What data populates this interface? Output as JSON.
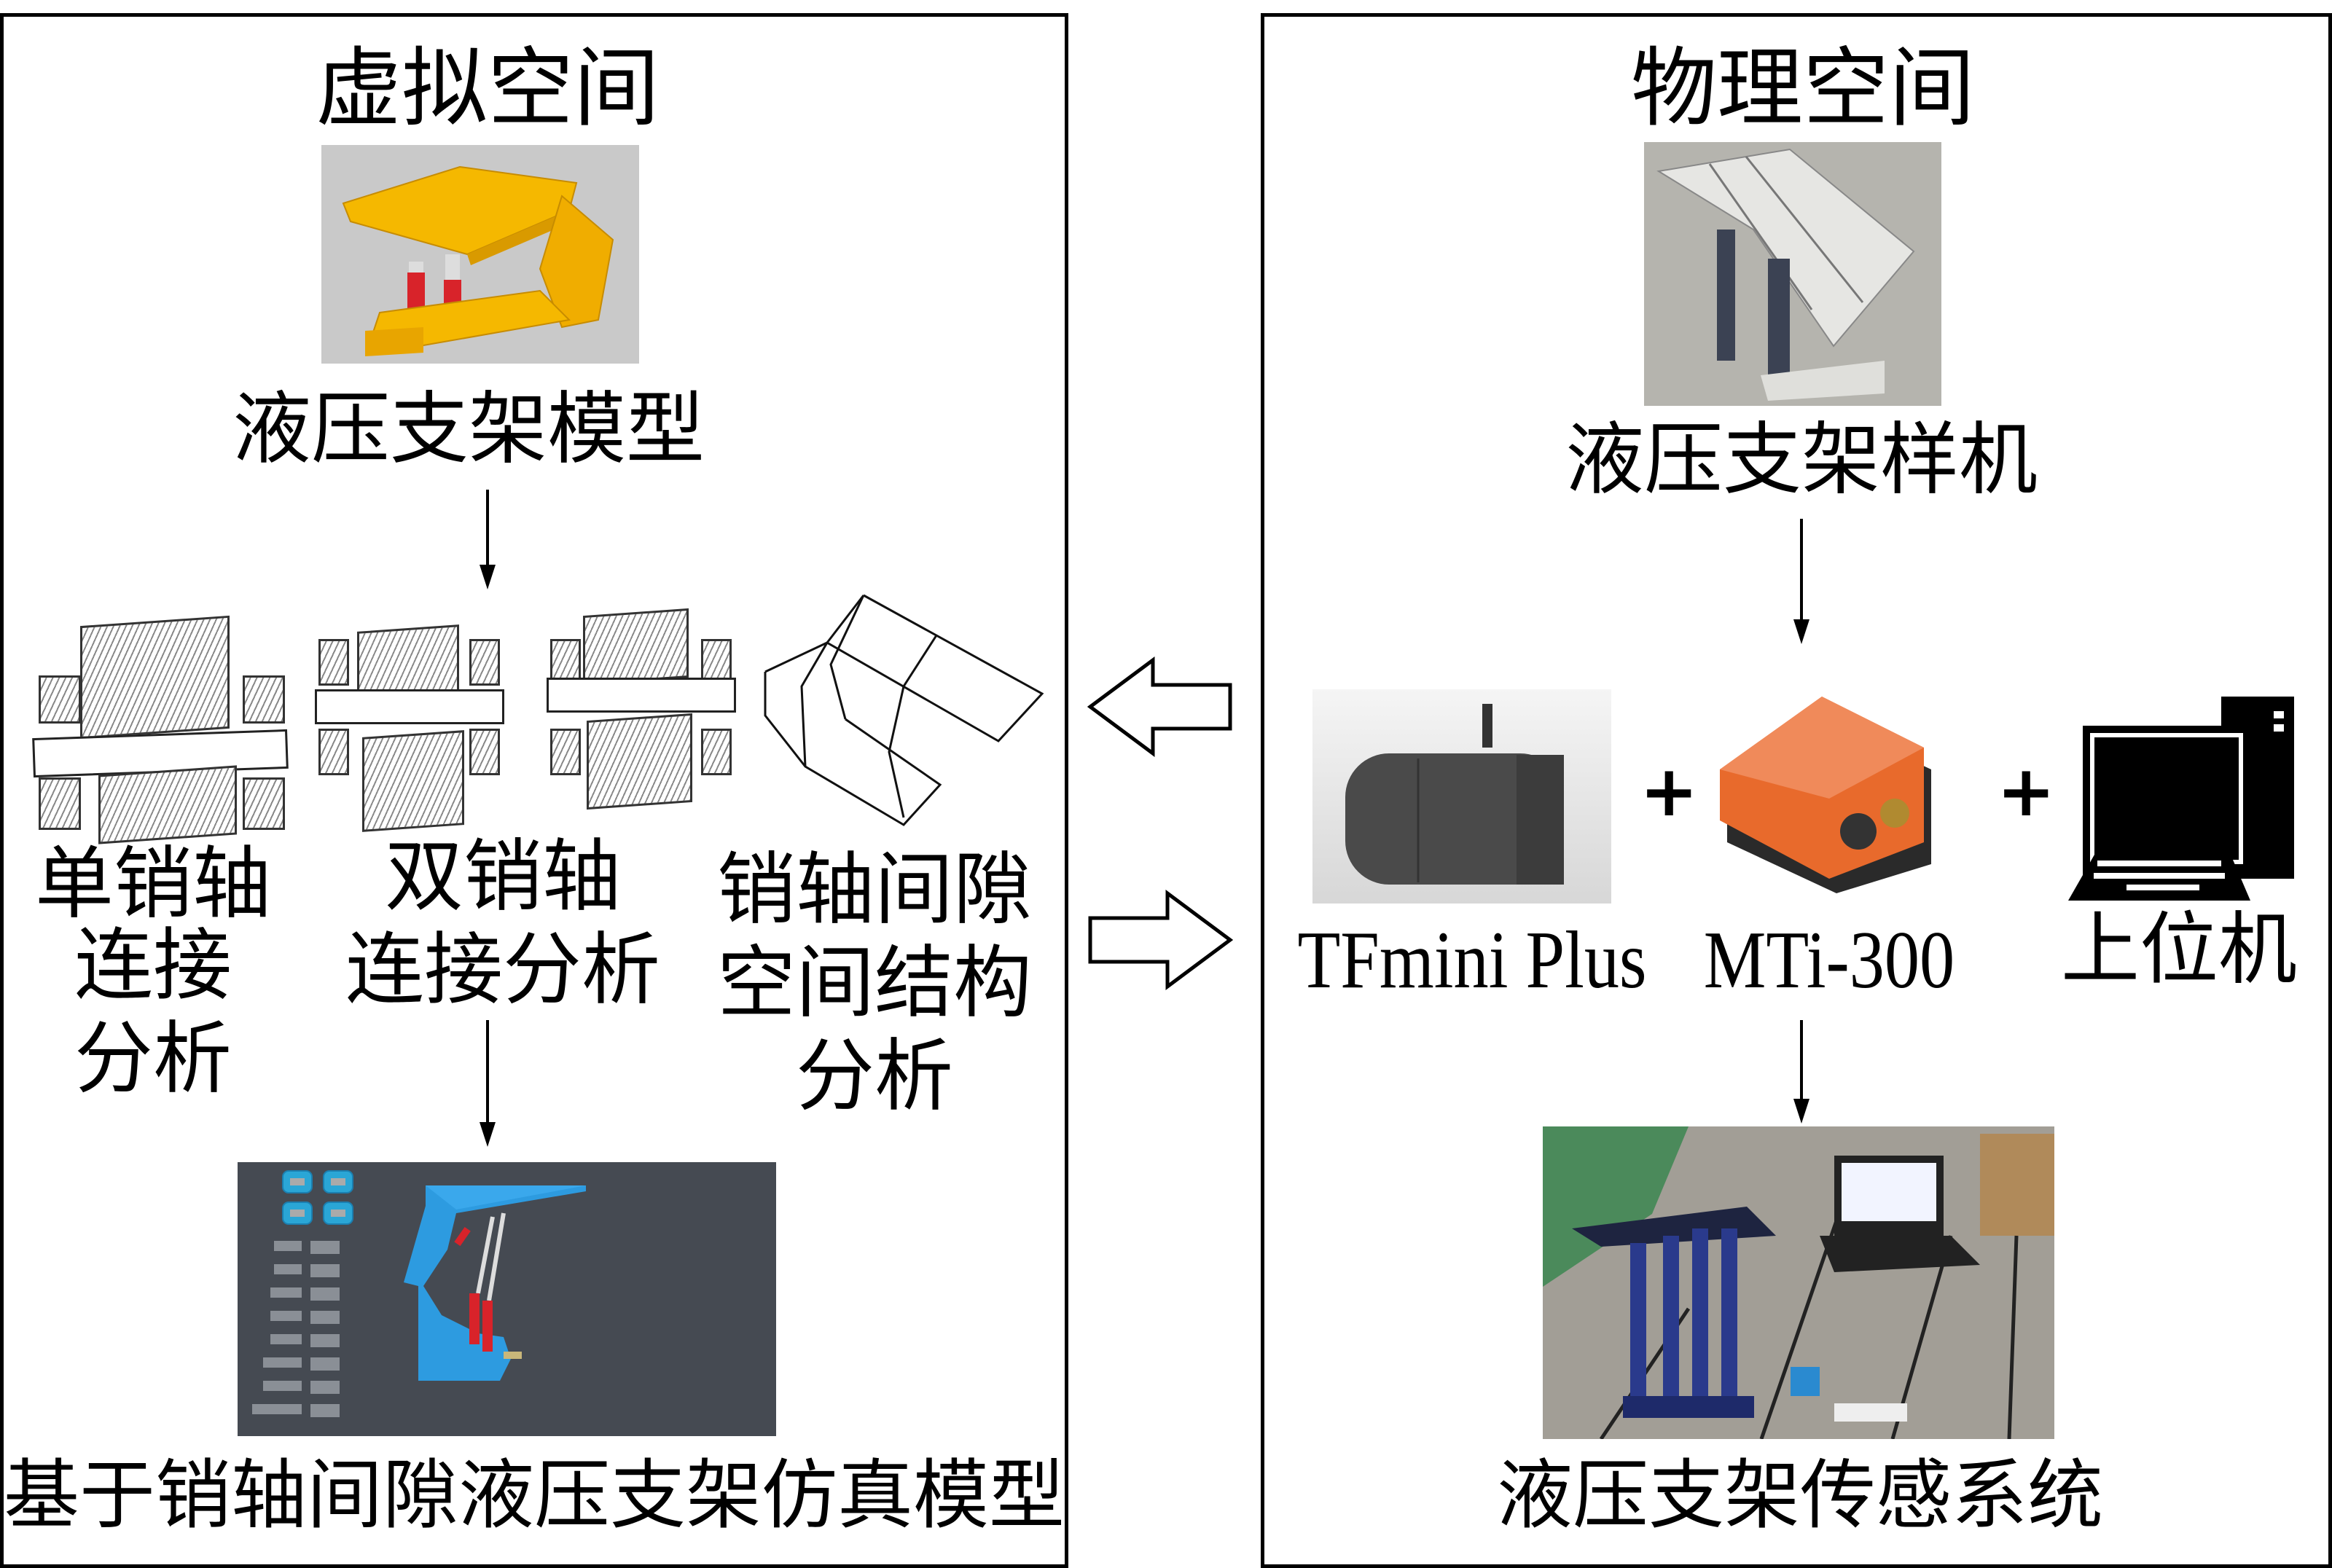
{
  "virtual_space": {
    "title": "虚拟空间",
    "model_caption": "液压支架模型",
    "analyses": [
      {
        "lines": [
          "单销轴",
          "连接",
          "分析"
        ]
      },
      {
        "lines": [
          "双销轴",
          "连接分析"
        ]
      },
      {
        "lines": [
          "销轴间隙",
          "空间结构",
          "分析"
        ]
      }
    ],
    "simulation_caption": "基于销轴间隙液压支架仿真模型"
  },
  "physical_space": {
    "title": "物理空间",
    "prototype_caption": "液压支架样机",
    "components": [
      {
        "label": "TFmini Plus"
      },
      {
        "label": "MTi-300"
      },
      {
        "label": "上位机"
      }
    ],
    "plus_sign": "+",
    "system_caption": "液压支架传感系统"
  },
  "colors": {
    "model_yellow": "#f5b800",
    "cylinder_red": "#d8232a",
    "sim_bg": "#454a52",
    "sim_blue": "#2d9be0",
    "sensor_orange": "#e86a2c",
    "lidar_gray": "#4a4a4a"
  }
}
